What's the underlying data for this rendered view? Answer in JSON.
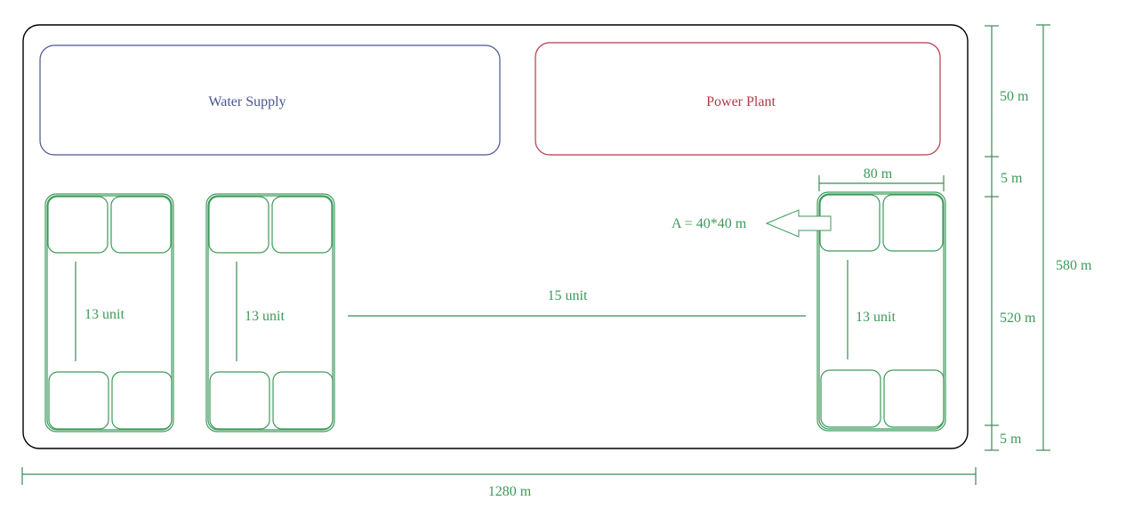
{
  "colors": {
    "border": "#000000",
    "water": "#4a5590",
    "power": "#b03a48",
    "green": "#3d9a5a"
  },
  "zones": {
    "water_supply": "Water Supply",
    "power_plant": "Power Plant"
  },
  "blocks": [
    {
      "label": "13 unit"
    },
    {
      "label": "13 unit"
    },
    {
      "label": "13 unit"
    }
  ],
  "spacing_label": "15 unit",
  "area_label": "A = 40*40 m",
  "block_width_label": "80 m",
  "dimensions": {
    "right_segments": [
      "50 m",
      "5 m",
      "520 m",
      "5 m"
    ],
    "total_height": "580 m",
    "total_width": "1280 m"
  }
}
